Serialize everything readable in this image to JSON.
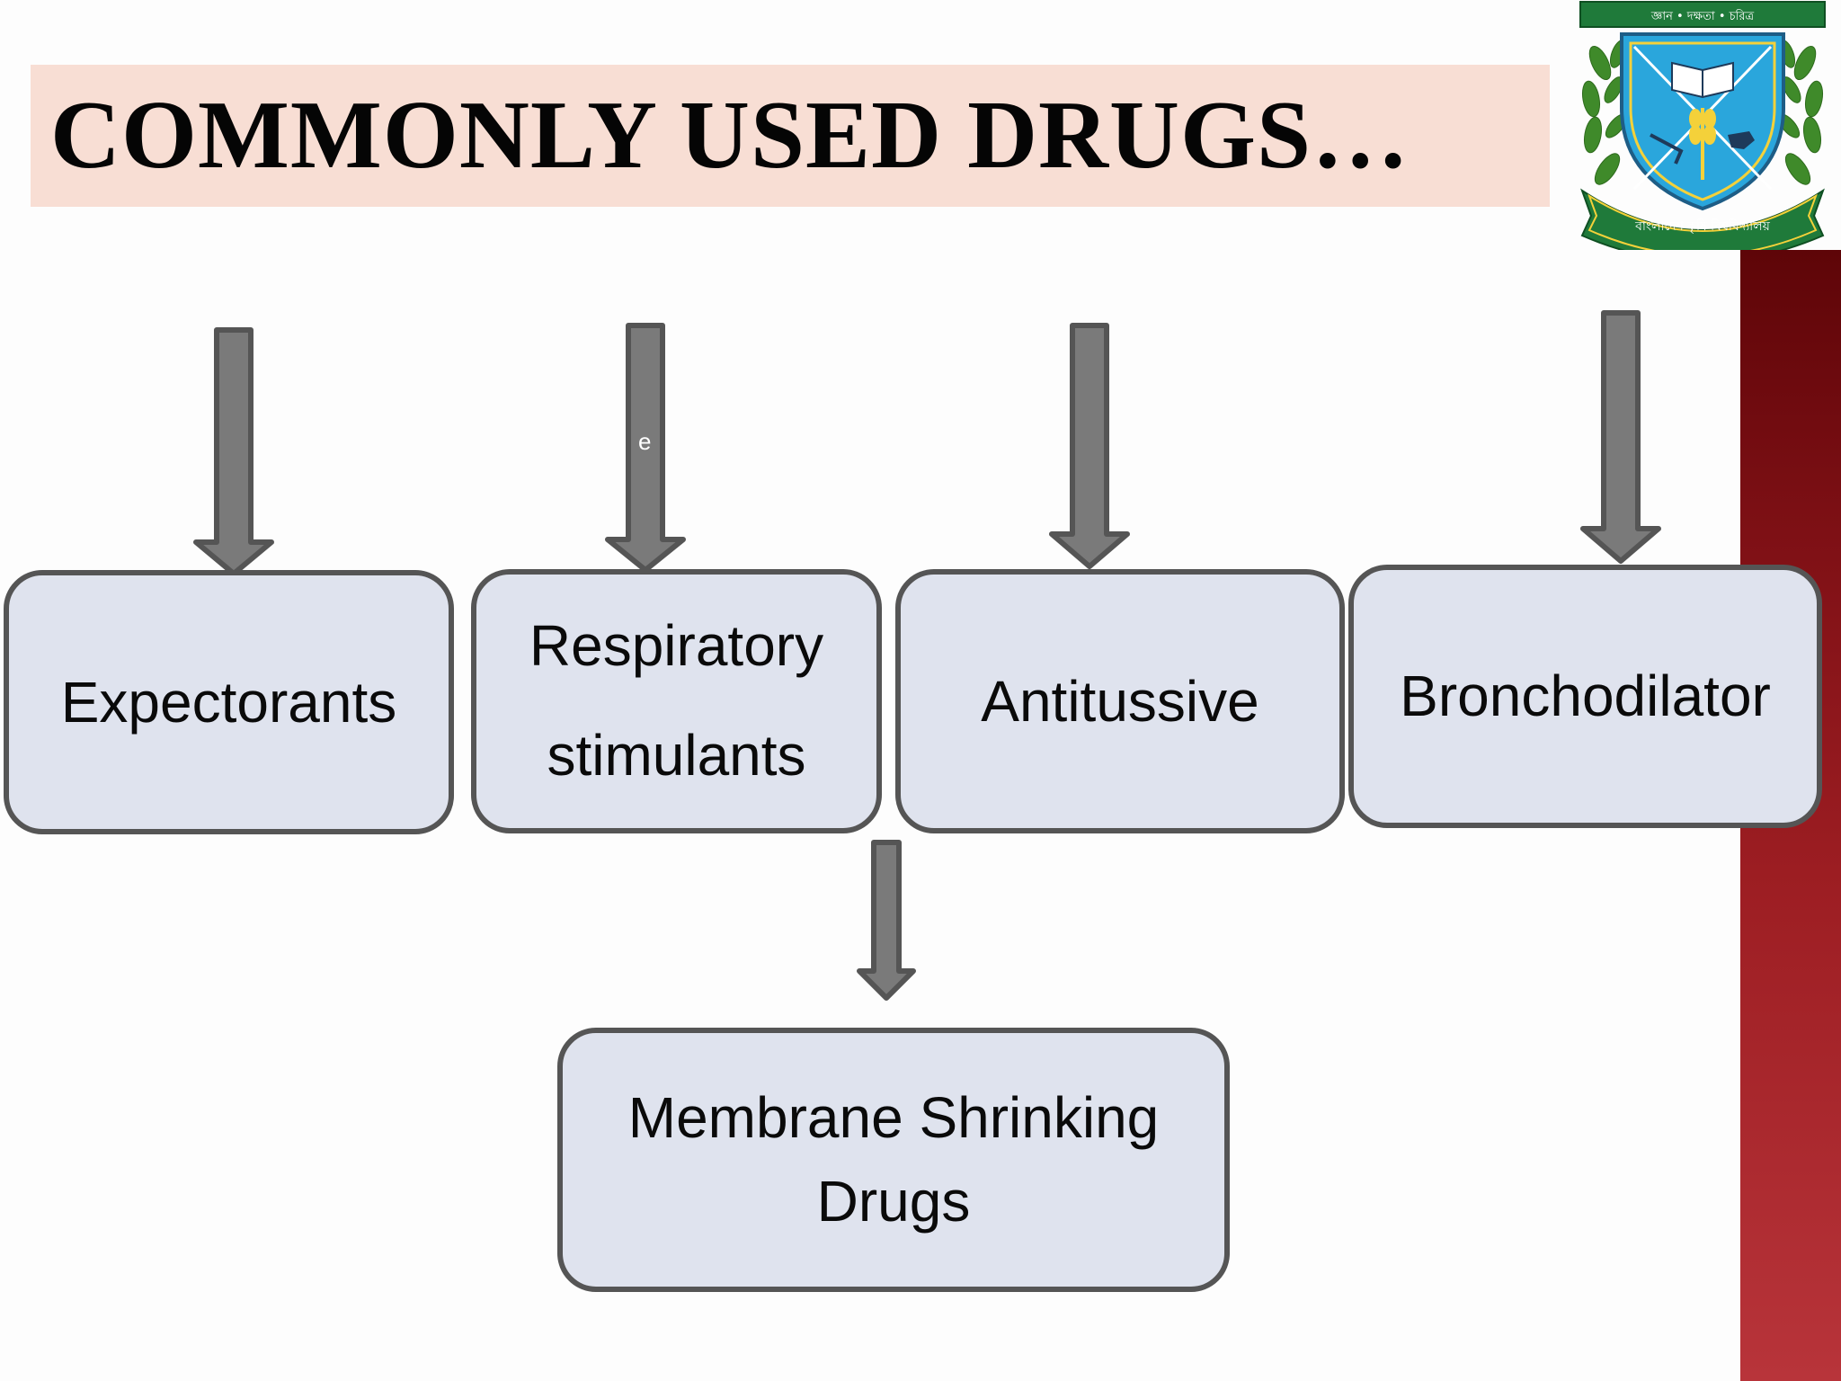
{
  "slide": {
    "title": "COMMONLY USED DRUGS…",
    "stray_label": "e"
  },
  "logo": {
    "motto_top": "জ্ঞান • দক্ষতা • চরিত্র",
    "ribbon_text": "বাংলাদেশ কৃষি বিশ্ববিদ্যালয়"
  },
  "diagram": {
    "nodes": [
      {
        "id": "expectorants",
        "label": "Expectorants"
      },
      {
        "id": "respiratory-stimulants",
        "label": "Respiratory stimulants"
      },
      {
        "id": "antitussive",
        "label": "Antitussive"
      },
      {
        "id": "bronchodilator",
        "label": "Bronchodilator"
      },
      {
        "id": "membrane-shrinking-drugs",
        "label": "Membrane Shrinking Drugs"
      }
    ]
  },
  "colors": {
    "title_band": "#f8ded4",
    "node_fill": "#dfe3ee",
    "node_border": "#555555",
    "arrow_fill": "#7a7a7a",
    "arrow_border": "#555555",
    "side_bar": "#9c1d22"
  }
}
